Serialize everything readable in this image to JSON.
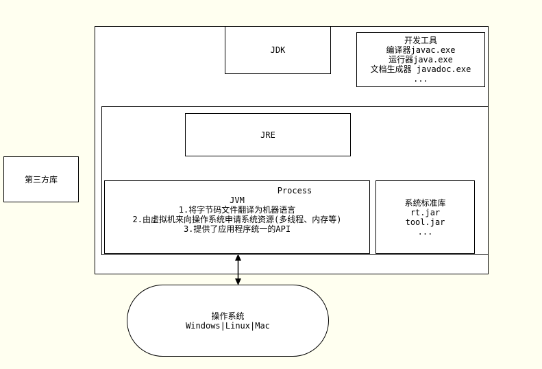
{
  "diagram": {
    "jdk_label": "JDK",
    "dev_tools": {
      "lines": [
        "开发工具",
        "编译器javac.exe",
        "运行器java.exe",
        "文档生成器 javadoc.exe",
        "..."
      ]
    },
    "jre_label": "JRE",
    "jvm": {
      "process_label": "Process",
      "jvm_label": "JVM",
      "lines": [
        "1.将字节码文件翻译为机器语言",
        "2.由虚拟机来向操作系统申请系统资源(多线程、内存等)",
        "3.提供了应用程序统一的API"
      ]
    },
    "stdlib": {
      "lines": [
        "系统标准库",
        "rt.jar",
        "tool.jar",
        "..."
      ]
    },
    "thirdparty_label": "第三方库",
    "os": {
      "lines": [
        "操作系统",
        "Windows|Linux|Mac"
      ]
    }
  },
  "colors": {
    "background": "#FFFFF0",
    "box_background": "#FFFFFF",
    "border": "#000000"
  }
}
